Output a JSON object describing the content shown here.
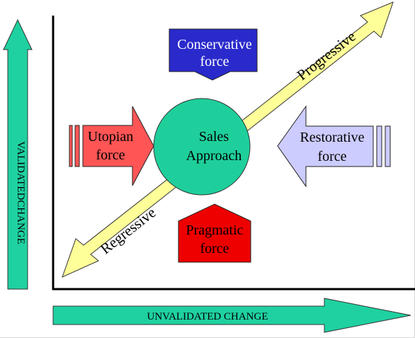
{
  "axes": {
    "y_label": "VALIDATEDCHANGE",
    "x_label": "UNVALIDATED CHANGE"
  },
  "center": {
    "line1": "Sales",
    "line2": "Approach"
  },
  "diagonal": {
    "upper_label": "Progressive",
    "lower_label": "Regressive"
  },
  "forces": {
    "top": {
      "line1": "Conservative",
      "line2": "force"
    },
    "bottom": {
      "line1": "Pragmatic",
      "line2": "force"
    },
    "left": {
      "line1": "Utopian",
      "line2": "force"
    },
    "right": {
      "line1": "Restorative",
      "line2": "force"
    }
  },
  "colors": {
    "axis_arrow": "#1fd1a0",
    "circle": "#1ecf9c",
    "diagonal": "#ffff99",
    "conservative": "#2a2acc",
    "pragmatic": "#ee0000",
    "utopian": "#ff5555",
    "restorative": "#ccccff"
  }
}
